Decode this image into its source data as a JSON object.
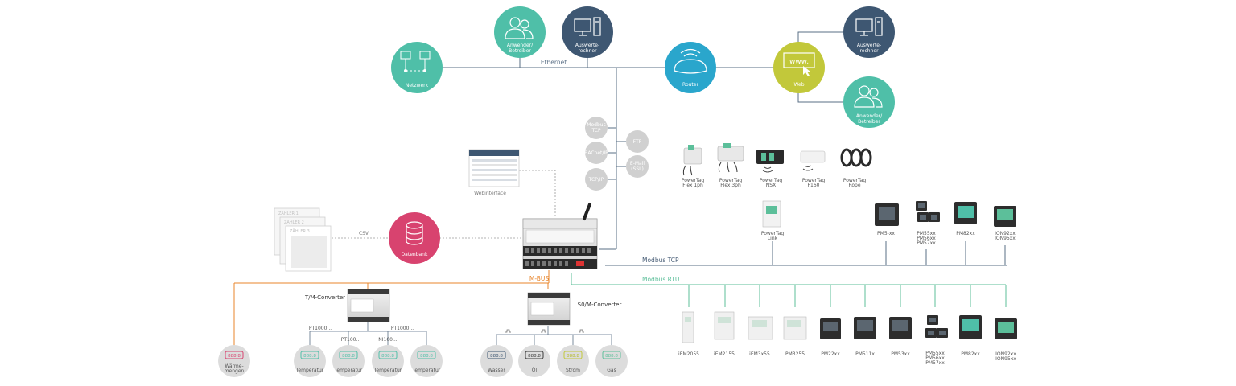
{
  "colors": {
    "teal": "#4fbfa8",
    "navy": "#3e5772",
    "blue": "#2aa6cc",
    "lime": "#c2c83a",
    "pink": "#d8436f",
    "gray_node": "#d0d0d0",
    "mbus": "#e8852b",
    "modbus_rtu": "#5cbf9a",
    "modbus_tcp": "#4a5f78",
    "line": "#5a6f86"
  },
  "network": {
    "netzwerk": "Netzwerk",
    "anwender_top": [
      "Anwender/",
      "Betreiber"
    ],
    "auswerte_top": [
      "Auswerte-",
      "rechner"
    ],
    "ethernet": "Ethernet",
    "router": "Router",
    "web": "Web",
    "auswerte_right": [
      "Auswerte-",
      "rechner"
    ],
    "anwender_right": [
      "Anwender/",
      "Betreiber"
    ]
  },
  "protocols": {
    "modbus_tcp": [
      "Modbus",
      "TCP"
    ],
    "bacnet": "BACnet/IP",
    "tcpip": "TCP/IP",
    "ftp": "FTP",
    "email": [
      "E-Mail",
      "(SSL)"
    ]
  },
  "software": {
    "webinterface": "Webinterface",
    "csv": "CSV",
    "datenbank": "Datenbank",
    "zaehler": [
      "ZÄHLER 1",
      "ZÄHLER 2",
      "ZÄHLER 3"
    ]
  },
  "buses": {
    "mbus": "M-BUS",
    "modbus_tcp": "Modbus TCP",
    "modbus_rtu": "Modbus RTU"
  },
  "powertag": [
    [
      "PowerTag",
      "Flex 1ph"
    ],
    [
      "PowerTag",
      "Flex 3ph"
    ],
    [
      "PowerTag",
      "NSX"
    ],
    [
      "PowerTag",
      "F160"
    ],
    [
      "PowerTag",
      "Rope"
    ]
  ],
  "powertag_link": [
    "PowerTag",
    "Link"
  ],
  "tcp_meters": [
    [
      "PM5-xx"
    ],
    [
      "PM55xx",
      "PM56xx",
      "PM57xx"
    ],
    [
      "PM82xx"
    ],
    [
      "ION92xx",
      "ION95xx"
    ]
  ],
  "rtu_meters": [
    [
      "iEM2055"
    ],
    [
      "iEM2155"
    ],
    [
      "iEM3x55"
    ],
    [
      "PM3255"
    ],
    [
      "PM22xx"
    ],
    [
      "PM511x"
    ],
    [
      "PM53xx"
    ],
    [
      "PM55xx",
      "PM56xx",
      "PM57xx"
    ],
    [
      "PM82xx"
    ],
    [
      "ION92xx",
      "ION95xx"
    ]
  ],
  "converters": {
    "tm": "T/M-Converter",
    "sm": "S0/M-Converter"
  },
  "sensors": {
    "pt1000_a": "PT1000...",
    "pt100": "PT100...",
    "ni100": "NI100...",
    "pt1000_b": "PT1000...",
    "display": "888.8"
  },
  "bottom_nodes": {
    "waerme": [
      "Wärme-",
      "mengen"
    ],
    "temp": "Temperatur",
    "wasser": "Wasser",
    "oel": "Öl",
    "strom": "Strom",
    "gas": "Gas"
  }
}
